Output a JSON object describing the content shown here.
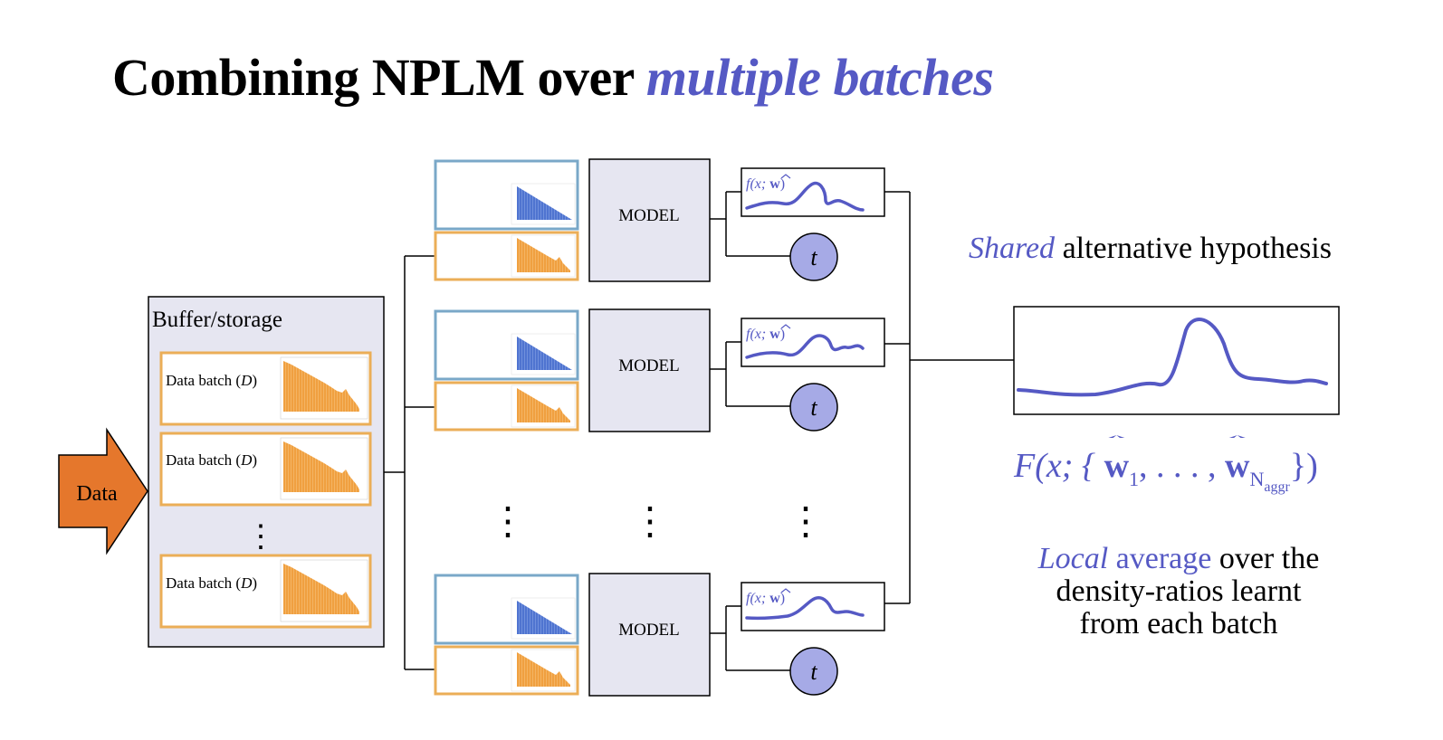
{
  "title": {
    "main": "Combining NPLM over",
    "accent": "multiple batches"
  },
  "input": {
    "label": "Data"
  },
  "storage": {
    "label": "Buffer/storage",
    "batch_label": "Data batch (",
    "batch_var": "D",
    "batch_close": ")",
    "ellipsis": "⋮"
  },
  "pipelines": {
    "model_label": "MODEL",
    "f_label_fn": "f",
    "f_label_args": "(x;",
    "f_label_w": "w",
    "f_label_close": ")",
    "t_label": "t",
    "ellipsis": "⋮"
  },
  "right": {
    "shared_accent": "Shared",
    "shared_rest": " alternative hypothesis",
    "formula": {
      "prefix": "F(x; {",
      "w": "w",
      "sub1": "1",
      "dots": ", . . . ,",
      "subN": "N",
      "subN_sub": "aggr",
      "suffix": "})"
    },
    "local_accent": "Local",
    "local_accent2": " average",
    "local_rest": " over  the",
    "line2": "density-ratios learnt",
    "line3": "from each batch"
  },
  "colors": {
    "accent": "#5559c4",
    "model_fill": "#e6e6f1",
    "orange": "#f0a040",
    "orange_border": "#ebae57",
    "blue_hist": "#4f74d0",
    "blue_border": "#7aa8c8",
    "t_fill": "#a6aae6",
    "data_arrow": "#e5772c"
  }
}
